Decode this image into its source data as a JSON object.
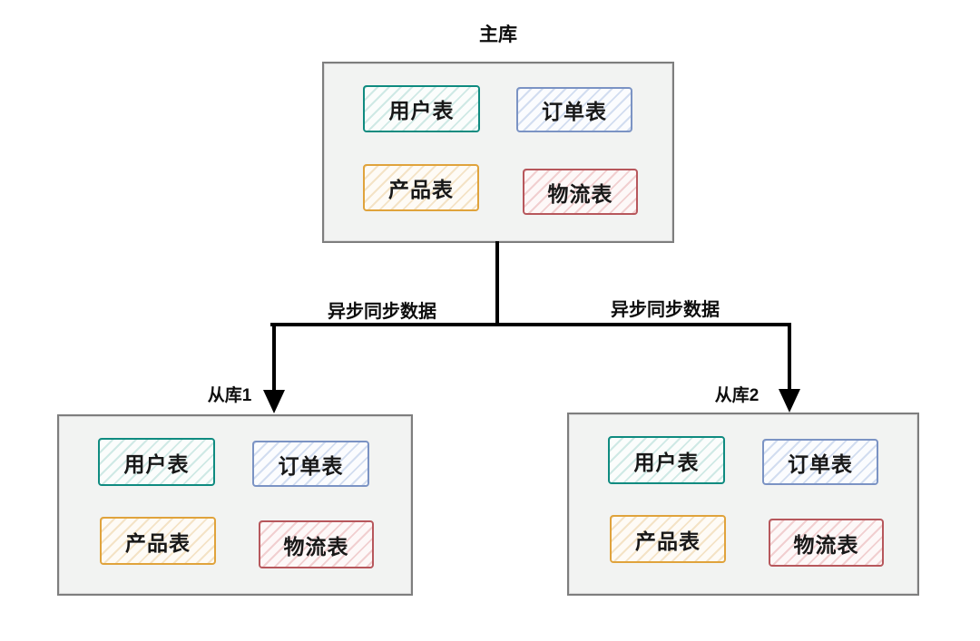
{
  "diagram": {
    "type": "master-slave-replication",
    "nodes": {
      "master": {
        "label": "主库",
        "tables": [
          {
            "label": "用户表",
            "color_key": "teal"
          },
          {
            "label": "订单表",
            "color_key": "blue"
          },
          {
            "label": "产品表",
            "color_key": "orange"
          },
          {
            "label": "物流表",
            "color_key": "red"
          }
        ]
      },
      "slave1": {
        "label": "从库1",
        "tables": [
          {
            "label": "用户表",
            "color_key": "teal"
          },
          {
            "label": "订单表",
            "color_key": "blue"
          },
          {
            "label": "产品表",
            "color_key": "orange"
          },
          {
            "label": "物流表",
            "color_key": "red"
          }
        ]
      },
      "slave2": {
        "label": "从库2",
        "tables": [
          {
            "label": "用户表",
            "color_key": "teal"
          },
          {
            "label": "订单表",
            "color_key": "blue"
          },
          {
            "label": "产品表",
            "color_key": "orange"
          },
          {
            "label": "物流表",
            "color_key": "red"
          }
        ]
      }
    },
    "edges": [
      {
        "from": "master",
        "to": "slave1",
        "label": "异步同步数据"
      },
      {
        "from": "master",
        "to": "slave2",
        "label": "异步同步数据"
      }
    ],
    "colors": {
      "teal": "#0f8b80",
      "teal_hatch": "#cfe9e5",
      "blue": "#7b93c4",
      "blue_hatch": "#d2ddf0",
      "orange": "#e0a33c",
      "orange_hatch": "#f4e3c6",
      "red": "#b7575c",
      "red_hatch": "#f1cfd0",
      "box_fill": "#f2f3f2",
      "box_border": "#7e7e7e",
      "line": "#000000"
    }
  }
}
